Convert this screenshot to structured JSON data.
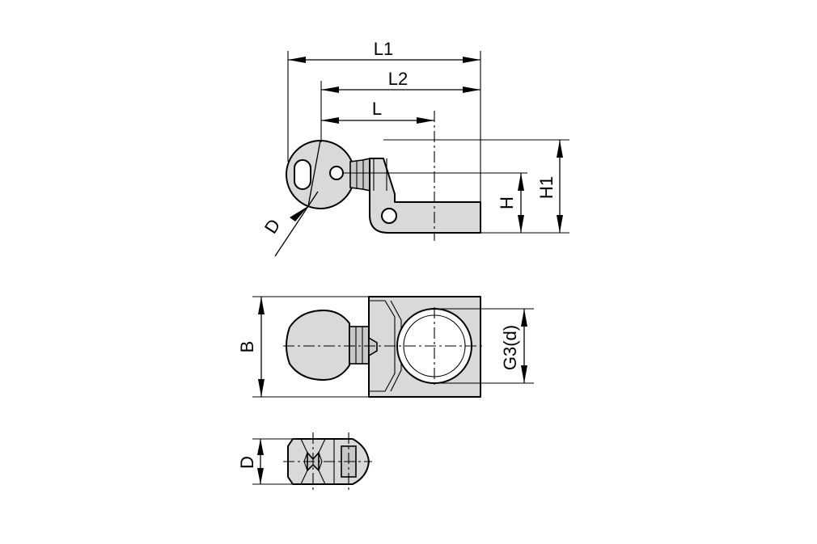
{
  "dimensions": {
    "l1": "L1",
    "l2": "L2",
    "l": "L",
    "h": "H",
    "h1": "H1",
    "d_top": "D",
    "b": "B",
    "g3": "G3(d)",
    "d_bottom": "D"
  }
}
